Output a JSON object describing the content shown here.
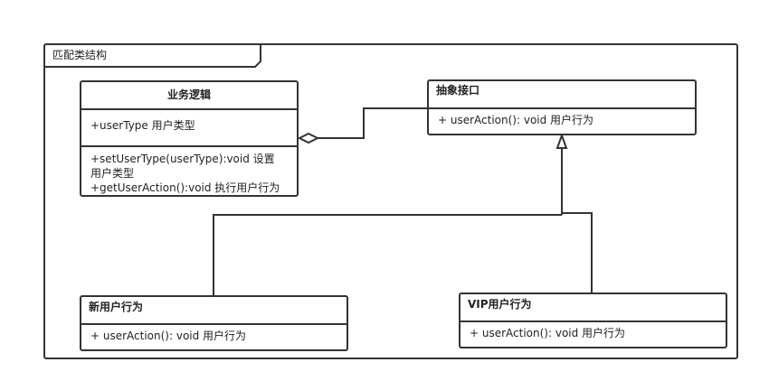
{
  "frame": {
    "title": "匹配类结构"
  },
  "classes": {
    "business": {
      "name": "业务逻辑",
      "attributes": [
        "+userType 用户类型"
      ],
      "operations": [
        "+setUserType(userType):void 设置\n用户类型",
        "+getUserAction():void 执行用户行为"
      ]
    },
    "abstract": {
      "name": "抽象接口",
      "operations": [
        "+ userAction(): void 用户行为"
      ]
    },
    "new_user": {
      "name": "新用户行为",
      "operations": [
        "+ userAction(): void 用户行为"
      ]
    },
    "vip_user": {
      "name": "VIP用户行为",
      "operations": [
        "+ userAction(): void 用户行为"
      ]
    }
  },
  "colors": {
    "line": "#333333",
    "background": "#ffffff"
  }
}
